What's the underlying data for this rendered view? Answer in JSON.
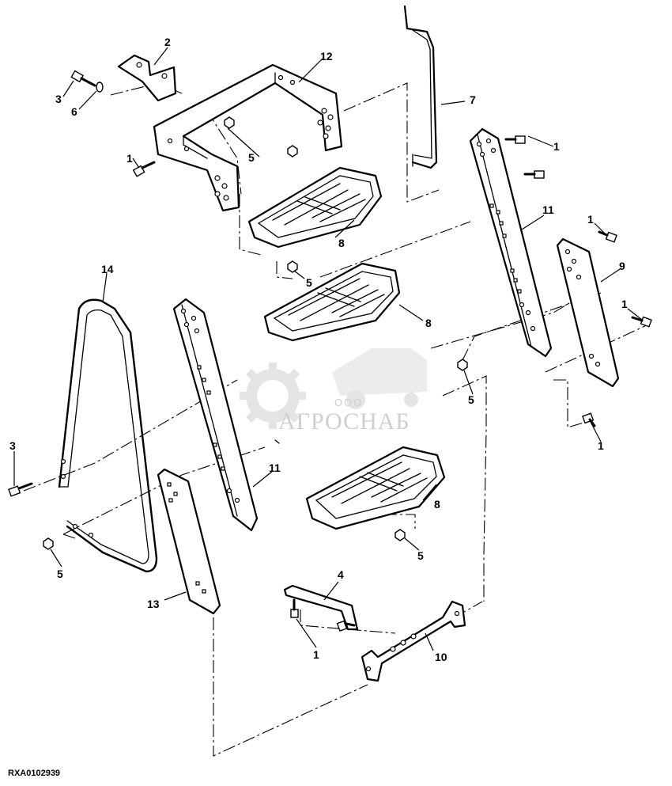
{
  "figure_id": "RXA0102939",
  "watermark": {
    "company_prefix": "ООО",
    "company_name": "АГРОСНАБ"
  },
  "callouts": {
    "c1a": "1",
    "c1b": "1",
    "c1c": "1",
    "c1d": "1",
    "c1e": "1",
    "c1f": "1",
    "c2": "2",
    "c3a": "3",
    "c3b": "3",
    "c4": "4",
    "c5a": "5",
    "c5b": "5",
    "c5c": "5",
    "c5d": "5",
    "c5e": "5",
    "c6": "6",
    "c7": "7",
    "c8a": "8",
    "c8b": "8",
    "c8c": "8",
    "c9": "9",
    "c10": "10",
    "c11a": "11",
    "c11b": "11",
    "c12": "12",
    "c13": "13",
    "c14": "14"
  },
  "parts": {
    "1": "bolt",
    "2": "mounting-bracket",
    "3": "bolt",
    "4": "bracket",
    "5": "nut",
    "6": "washer",
    "7": "rod",
    "8": "step",
    "9": "side-plate",
    "10": "lower-bracket",
    "11": "side-plate",
    "12": "upper-frame",
    "13": "lower-plate",
    "14": "handrail"
  }
}
